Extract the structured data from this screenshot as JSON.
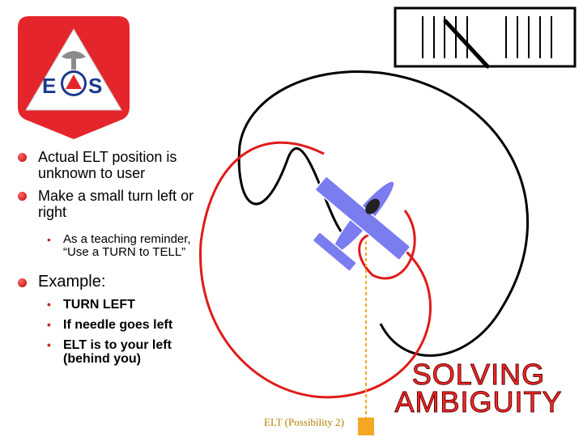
{
  "logo": {
    "letters_left": "E",
    "letters_right": "S",
    "icon": "ces-emblem-icon"
  },
  "bullets": {
    "item1": "Actual ELT position is unknown to user",
    "item2": "Make a small turn left or right",
    "item2_sub": "As a teaching reminder, “Use a TURN to TELL”",
    "item3": "Example:",
    "item3_subs": [
      "TURN LEFT",
      "If needle goes left",
      "ELT is to your left (behind you)"
    ]
  },
  "elt_label": "ELT (Possibility 2)",
  "title_line1": "SOLVING",
  "title_line2": "AMBIGUITY",
  "colors": {
    "accent_red": "#e01b1b",
    "aircraft_blue": "#7a7cf0",
    "elt_orange": "#f5a623",
    "black": "#000000"
  },
  "icons": [
    "ces-emblem-icon",
    "airplane-icon",
    "needle-indicator-icon",
    "elt-marker-icon"
  ]
}
